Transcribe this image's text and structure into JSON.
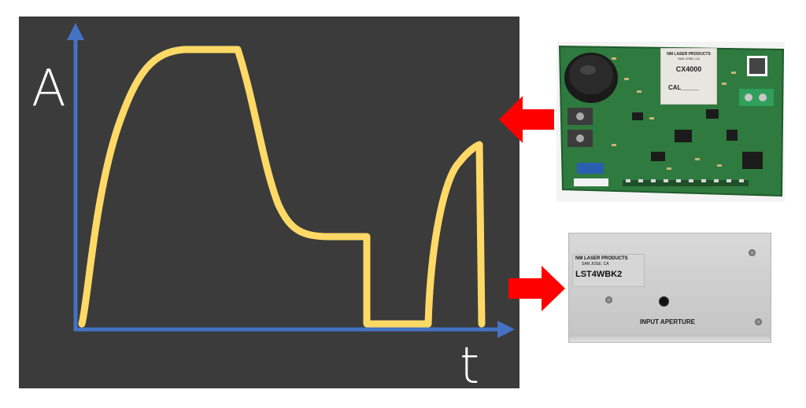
{
  "graph": {
    "y_axis_label": "A",
    "x_axis_label": "t",
    "colors": {
      "background": "#3b3b3b",
      "axes": "#4472c4",
      "waveform": "#ffd966",
      "label": "#ffffff"
    }
  },
  "arrows": {
    "color": "#ff0000",
    "icons": [
      "left-arrow",
      "right-arrow"
    ]
  },
  "driver_board": {
    "label_maker": "NM LASER PRODUCTS",
    "label_city": "SAN JOSE, CA",
    "label_model": "CX4000",
    "label_cal": "CAL_____",
    "colors": {
      "board": "#2e7a3d"
    }
  },
  "shutter": {
    "label_maker": "NM LASER PRODUCTS",
    "label_city": "SAN JOSE, CA",
    "label_model": "LST4WBK2",
    "aperture_label": "INPUT APERTURE",
    "colors": {
      "housing": "#cdcdcd"
    }
  }
}
